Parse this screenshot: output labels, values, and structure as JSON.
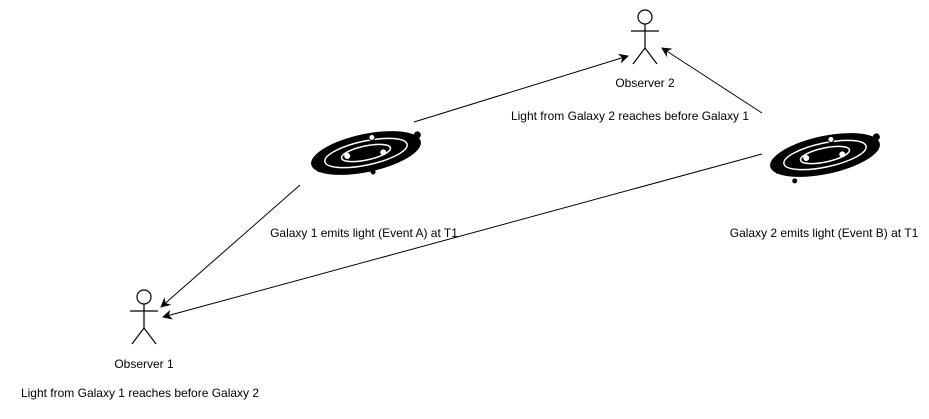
{
  "diagram": {
    "observer1_label": "Observer 1",
    "observer2_label": "Observer 2",
    "galaxy1_caption": "Galaxy 1 emits light (Event A) at T1",
    "galaxy2_caption": "Galaxy 2 emits light (Event B) at T1",
    "observer1_note": "Light from Galaxy 1 reaches before Galaxy 2",
    "observer2_note": "Light from Galaxy 2 reaches before Galaxy 1"
  },
  "icons": {
    "observer": "stick-figure-icon",
    "galaxy": "spiral-galaxy-icon",
    "arrow": "arrow-icon"
  },
  "colors": {
    "background": "#ffffff",
    "ink": "#000000"
  }
}
